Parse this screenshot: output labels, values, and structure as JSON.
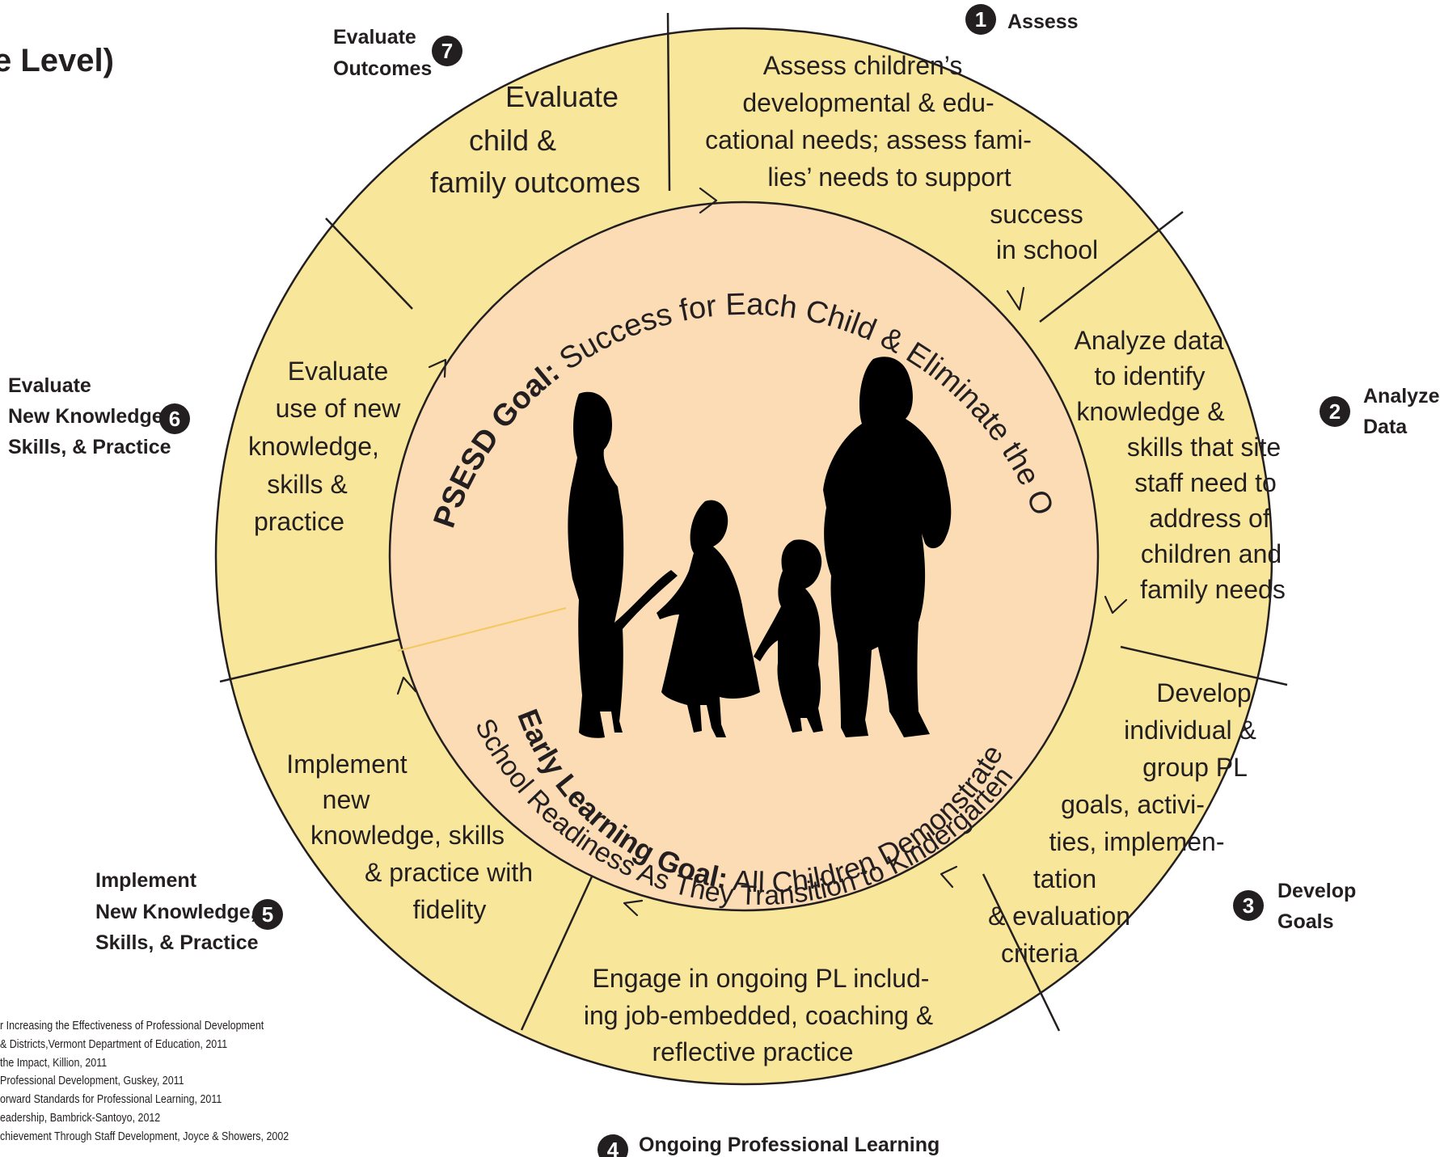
{
  "corner_title": [
    "",
    "e Level)"
  ],
  "center": {
    "psesd_goal_label": "PSESD Goal:",
    "psesd_goal_text": " Success for Each Child & Eliminate the Opportunity Gap",
    "early_goal_label": "Early Learning Goal:",
    "early_goal_text": " All Children Demonstrate",
    "early_goal_line2": "School Readiness As They Transition to Kindergarten"
  },
  "steps": [
    {
      "number": "1",
      "title_lines": [
        "Assess"
      ],
      "description_lines": [
        "Assess children’s",
        "developmental & edu-",
        "cational needs; assess fami-",
        "lies’ needs to support",
        "success",
        "in school"
      ]
    },
    {
      "number": "2",
      "title_lines": [
        "Analyze",
        "Data"
      ],
      "description_lines": [
        "Analyze data",
        "to identify",
        "knowledge &",
        "skills that site",
        "staff need to",
        "address of",
        "children and",
        "family needs"
      ]
    },
    {
      "number": "3",
      "title_lines": [
        "Develop",
        "Goals"
      ],
      "description_lines": [
        "Develop",
        "individual &",
        "group PL",
        "goals, activi-",
        "ties, implemen-",
        "tation",
        "& evaluation",
        "criteria"
      ]
    },
    {
      "number": "4",
      "title_lines": [
        "Ongoing Professional Learning"
      ],
      "description_lines": [
        "Engage in ongoing PL includ-",
        "ing job-embedded, coaching &",
        "reflective practice"
      ]
    },
    {
      "number": "5",
      "title_lines": [
        "Implement",
        "New Knowledge,",
        "Skills, & Practice"
      ],
      "description_lines": [
        "Implement",
        "new",
        "knowledge, skills",
        "& practice with",
        "fidelity"
      ]
    },
    {
      "number": "6",
      "title_lines": [
        "Evaluate",
        "New Knowledge,",
        "Skills, & Practice"
      ],
      "description_lines": [
        "Evaluate",
        "use of new",
        "knowledge,",
        "skills &",
        "practice"
      ]
    },
    {
      "number": "7",
      "title_lines": [
        "Evaluate",
        "Outcomes"
      ],
      "description_lines": [
        "Evaluate",
        "child &",
        "family outcomes"
      ]
    }
  ],
  "references": [
    "r Increasing the Effectiveness of Professional Development",
    "& Districts,Vermont Department of Education, 2011",
    "the Impact, Killion, 2011",
    " Professional Development, Guskey, 2011",
    "orward Standards for Professional Learning, 2011",
    "eadership, Bambrick-Santoyo, 2012",
    "chievement Through Staff Development, Joyce & Showers, 2002"
  ],
  "colors": {
    "ring_fill": "#f8e79b",
    "center_fill": "#fbdcb4",
    "line": "#231f20",
    "badge": "#231f20",
    "badge_text": "#ffffff",
    "silhouette": "#000000"
  }
}
